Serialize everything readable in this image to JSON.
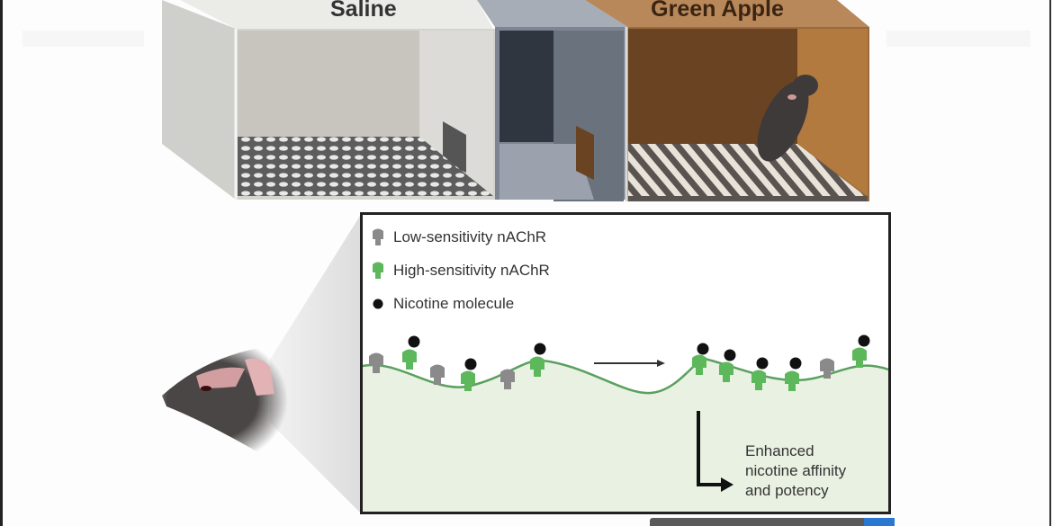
{
  "figure": {
    "type": "graphical-abstract",
    "colors": {
      "low_sensitivity": "#8a8a8a",
      "high_sensitivity": "#5cb85a",
      "nicotine": "#111111",
      "membrane_fill": "#e9f2e2",
      "membrane_line": "#5aa060",
      "saline_chamber": "#cfcdc6",
      "middle_chamber": "#6c7580",
      "green_apple_chamber": "#6a4322",
      "accent_blue": "#2a78d0"
    }
  },
  "chambers": [
    {
      "label": "Saline",
      "floor": "grid"
    },
    {
      "label": "",
      "floor": "plain"
    },
    {
      "label": "Green Apple",
      "floor": "striped"
    }
  ],
  "legend": {
    "items": [
      {
        "label": "Low-sensitivity nAChR",
        "icon": "gray-receptor-icon"
      },
      {
        "label": "High-sensitivity nAChR",
        "icon": "green-receptor-icon"
      },
      {
        "label": "Nicotine molecule",
        "icon": "black-dot-icon"
      }
    ]
  },
  "membrane": {
    "before": [
      "low",
      "high+nic",
      "low",
      "high+nic",
      "low",
      "high+nic"
    ],
    "after": [
      "high+nic",
      "high+nic",
      "high+nic",
      "high+nic",
      "low",
      "high+nic"
    ]
  },
  "effect": {
    "lines": [
      "Enhanced",
      "nicotine affinity",
      "and potency"
    ]
  }
}
